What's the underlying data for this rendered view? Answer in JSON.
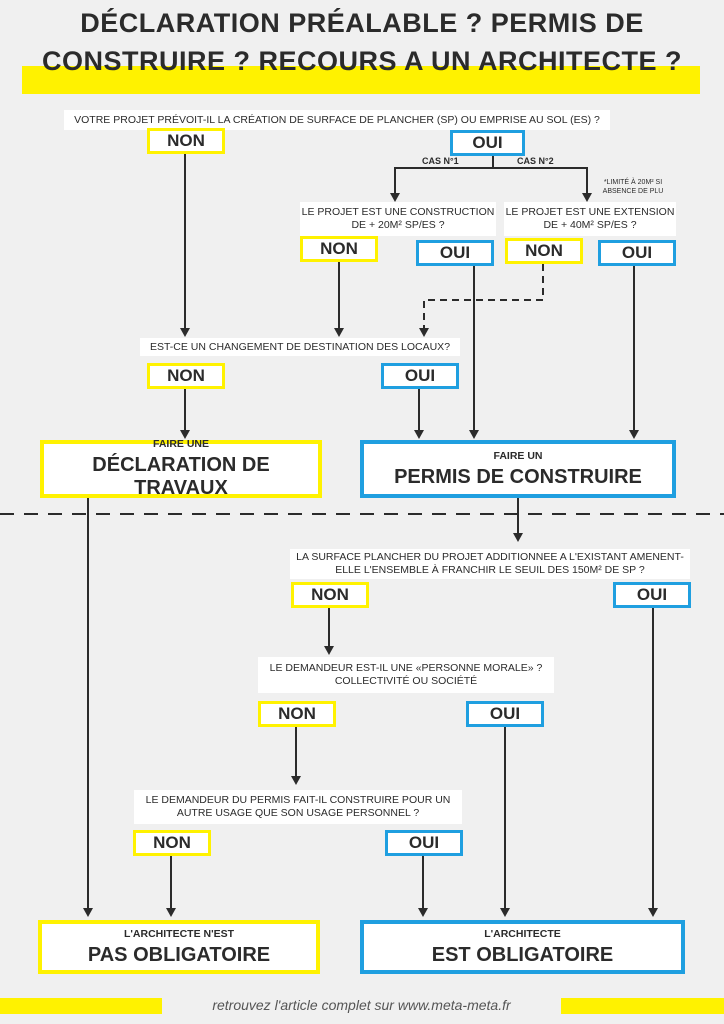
{
  "title": {
    "line1": "DÉCLARATION PRÉALABLE ? PERMIS DE",
    "line2": "CONSTRUIRE ? RECOURS A UN ARCHITECTE ?"
  },
  "questions": {
    "q1": "VOTRE PROJET PRÉVOIT-IL LA CRÉATION DE SURFACE DE PLANCHER (SP) OU EMPRISE AU SOL (ES) ?",
    "q2": "LE PROJET EST UNE CONSTRUCTION DE + 20M² SP/ES ?",
    "q3": "LE PROJET EST UNE EXTENSION DE + 40M² SP/ES ?",
    "q4": "EST-CE UN CHANGEMENT DE DESTINATION DES LOCAUX?",
    "q5": "LA SURFACE PLANCHER DU PROJET ADDITIONNEE A L'EXISTANT AMENENT-ELLE L'ENSEMBLE À FRANCHIR LE SEUIL DES 150M² DE SP ?",
    "q6": "LE DEMANDEUR EST-IL UNE «PERSONNE MORALE» ? COLLECTIVITÉ OU SOCIÉTÉ",
    "q7": "LE DEMANDEUR DU PERMIS FAIT-IL CONSTRUIRE POUR UN AUTRE USAGE QUE SON USAGE PERSONNEL ?"
  },
  "labels": {
    "non": "NON",
    "oui": "OUI",
    "cas1": "CAS N°1",
    "cas2": "CAS N°2",
    "note": "*LIMITÉ À 20M² SI ABSENCE DE PLU"
  },
  "results": {
    "declaration_small": "FAIRE UNE",
    "declaration_large": "DÉCLARATION DE TRAVAUX",
    "permis_small": "FAIRE UN",
    "permis_large": "PERMIS DE CONSTRUIRE",
    "arch_not_small": "L'ARCHITECTE N'EST",
    "arch_not_large": "PAS OBLIGATOIRE",
    "arch_yes_small": "L'ARCHITECTE",
    "arch_yes_large": "EST OBLIGATOIRE"
  },
  "footer": "retrouvez l'article complet sur www.meta-meta.fr",
  "colors": {
    "yellow": "#fff200",
    "blue": "#1f9fe0",
    "dark": "#2b2b2b",
    "background": "#f0f0f0"
  }
}
